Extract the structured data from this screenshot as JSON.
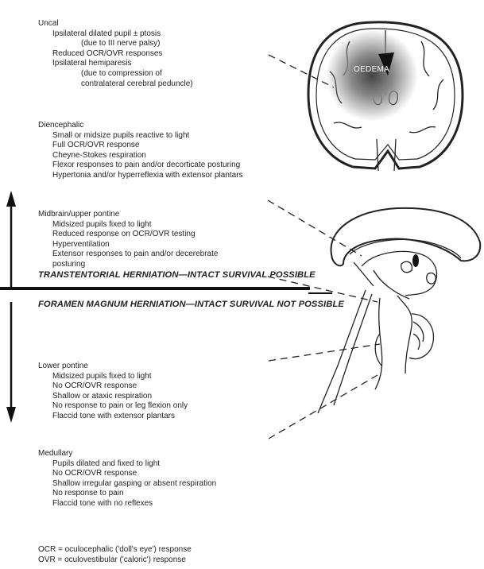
{
  "sections": [
    {
      "id": "uncal",
      "heading": "Uncal",
      "lines": [
        {
          "text": "Ipsilateral dilated pupil ± ptosis",
          "indent": 1
        },
        {
          "text": "(due to III nerve palsy)",
          "indent": 2
        },
        {
          "text": "Reduced OCR/OVR responses",
          "indent": 1
        },
        {
          "text": "Ipsilateral hemiparesis",
          "indent": 1
        },
        {
          "text": "(due to compression of",
          "indent": 2
        },
        {
          "text": "contralateral cerebral peduncle)",
          "indent": 2
        }
      ]
    },
    {
      "id": "diencephalic",
      "heading": "Diencephalic",
      "lines": [
        {
          "text": "Small or midsize pupils reactive to light",
          "indent": 1
        },
        {
          "text": "Full OCR/OVR response",
          "indent": 1
        },
        {
          "text": "Cheyne-Stokes respiration",
          "indent": 1
        },
        {
          "text": "Flexor responses to pain and/or decorticate posturing",
          "indent": 1
        },
        {
          "text": "Hypertonia and/or hyperreflexia with extensor plantars",
          "indent": 1
        }
      ]
    },
    {
      "id": "midbrain",
      "heading": "Midbrain/upper pontine",
      "lines": [
        {
          "text": "Midsized pupils fixed to light",
          "indent": 1
        },
        {
          "text": "Reduced response on OCR/OVR testing",
          "indent": 1
        },
        {
          "text": "Hyperventilation",
          "indent": 1
        },
        {
          "text": "Extensor responses to pain and/or decerebrate",
          "indent": 1
        },
        {
          "text": "posturing",
          "indent": 1
        }
      ]
    },
    {
      "id": "lower-pontine",
      "heading": "Lower pontine",
      "lines": [
        {
          "text": "Midsized pupils fixed to light",
          "indent": 1
        },
        {
          "text": "No OCR/OVR response",
          "indent": 1
        },
        {
          "text": "Shallow or ataxic respiration",
          "indent": 1
        },
        {
          "text": "No response to pain or leg flexion only",
          "indent": 1
        },
        {
          "text": "Flaccid tone with extensor plantars",
          "indent": 1
        }
      ]
    },
    {
      "id": "medullary",
      "heading": "Medullary",
      "lines": [
        {
          "text": "Pupils dilated and fixed to light",
          "indent": 1
        },
        {
          "text": "No OCR/OVR response",
          "indent": 1
        },
        {
          "text": "Shallow irregular gasping or absent respiration",
          "indent": 1
        },
        {
          "text": "No response to pain",
          "indent": 1
        },
        {
          "text": "Flaccid tone with no reflexes",
          "indent": 1
        }
      ]
    }
  ],
  "bands": {
    "transtentorial": "TRANSTENTORIAL HERNIATION—INTACT SURVIVAL POSSIBLE",
    "foramen_magnum": "FORAMEN MAGNUM HERNIATION—INTACT SURVIVAL NOT POSSIBLE"
  },
  "brain_label": "OEDEMA",
  "footnotes": [
    "OCR = oculocephalic ('doll's eye') response",
    "OVR = oculovestibular ('caloric') response"
  ]
}
